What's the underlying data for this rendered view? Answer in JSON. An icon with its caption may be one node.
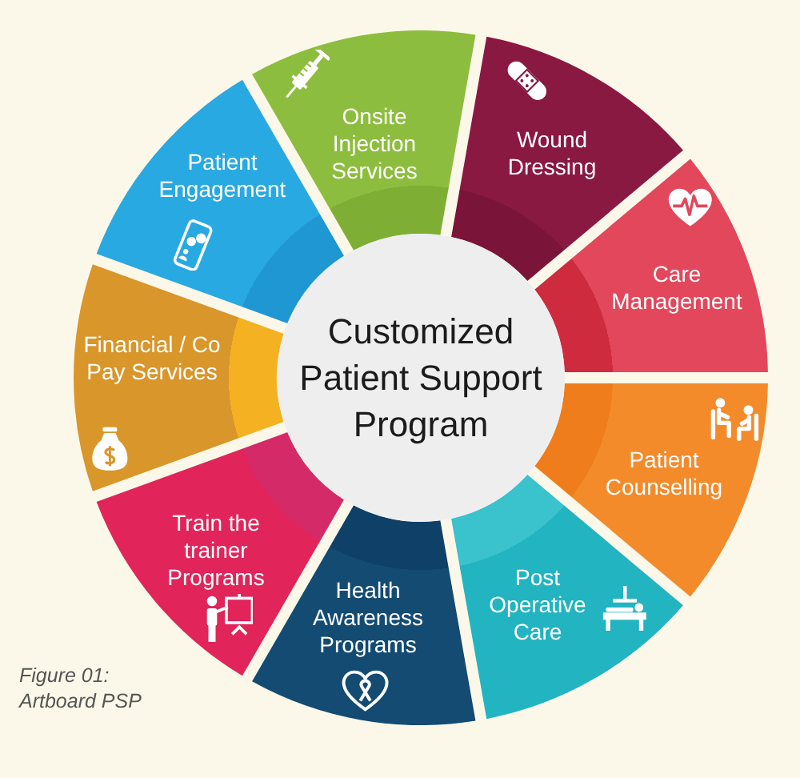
{
  "diagram": {
    "caption": "Figure 01: Artboard PSP",
    "nodes": [
      {
        "text": [
          "Customized Patient Support Program"
        ]
      },
      {
        "text": [
          "Onsite Injection Services"
        ]
      },
      {
        "text": [
          "Wound Dressing"
        ]
      },
      {
        "text": [
          "Care Management"
        ]
      },
      {
        "text": [
          "Patient Counselling"
        ]
      },
      {
        "text": [
          "Post Operative Care"
        ]
      },
      {
        "text": [
          "Health Awareness Programs"
        ]
      },
      {
        "text": [
          "Train the trainer Programs"
        ]
      },
      {
        "text": [
          "Financial / Co Pay Services"
        ]
      },
      {
        "text": [
          "Patient Engagement"
        ]
      }
    ]
  }
}
